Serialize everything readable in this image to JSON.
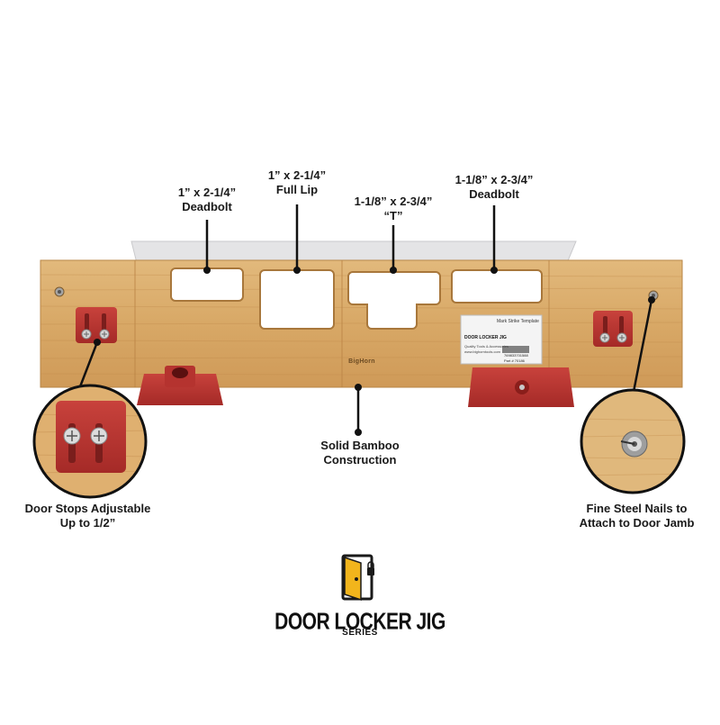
{
  "callouts": {
    "deadbolt_1": {
      "line1": "1” x 2-1/4”",
      "line2": "Deadbolt"
    },
    "full_lip": {
      "line1": "1” x 2-1/4”",
      "line2": "Full Lip"
    },
    "t_strike": {
      "line1": "1-1/8” x 2-3/4”",
      "line2": "“T”"
    },
    "deadbolt_2": {
      "line1": "1-1/8” x 2-3/4”",
      "line2": "Deadbolt"
    },
    "bamboo": {
      "line1": "Solid Bamboo",
      "line2": "Construction"
    },
    "door_stops": {
      "line1": "Door Stops Adjustable",
      "line2": "Up to 1/2”"
    },
    "nails": {
      "line1": "Fine Steel Nails to",
      "line2": "Attach to Door Jamb"
    }
  },
  "board": {
    "engraving": "BigHorn",
    "sticker": {
      "title": "Mark Strike Template",
      "brand": "DOOR LOCKER JIG",
      "line1": "Quality Tools & Accessories",
      "line2": "www.bighorntools.com",
      "barcode": "769833701588",
      "part": "Part # 70186"
    }
  },
  "logo": {
    "wordmark": "DOOR LOCKER JIG",
    "subtitle": "SERIES"
  },
  "colors": {
    "bamboo": "#d9ab6c",
    "bamboo_dark": "#c99456",
    "red_plastic": "#b8312e",
    "logo_yellow": "#f2b51c",
    "label_text": "#1a1a1a"
  }
}
